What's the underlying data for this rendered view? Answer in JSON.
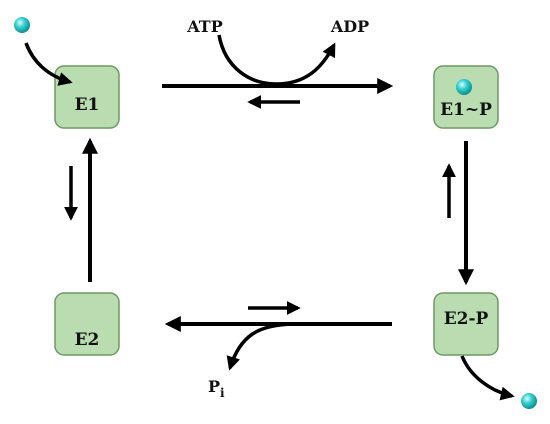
{
  "states": {
    "e1": "E1",
    "e1p": "E1~P",
    "e2p": "E2-P",
    "e2": "E2"
  },
  "molecules": {
    "atp": "ATP",
    "adp": "ADP",
    "pi_main": "P",
    "pi_sub": "i"
  },
  "colors": {
    "box_fill": "#b9ddb0",
    "box_stroke": "#6f9a64",
    "ion": "#2ec4c4"
  }
}
